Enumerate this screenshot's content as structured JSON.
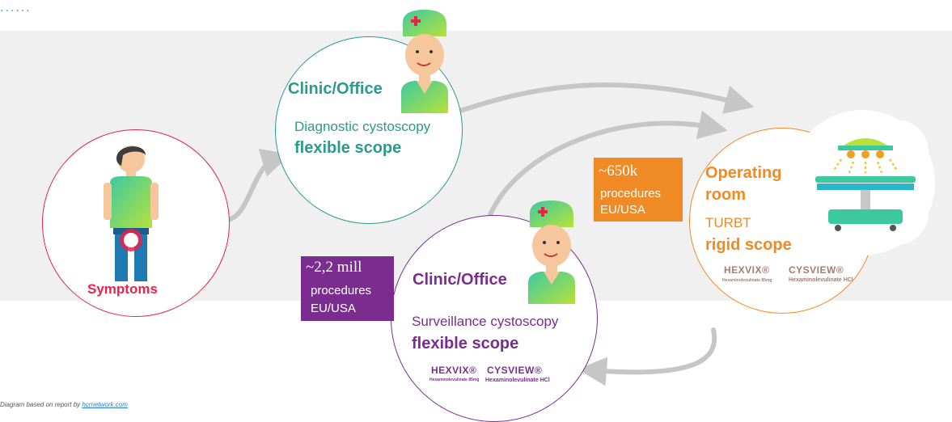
{
  "colors": {
    "teal": "#2a9a8c",
    "purple": "#7a2d8f",
    "orange": "#f08a24",
    "red": "#e8224a",
    "grey_arrow": "#c6c6c6",
    "brand_text": "#a67c6d"
  },
  "header": {
    "dots": "......"
  },
  "symptoms": {
    "label": "Symptoms",
    "icon": "patient-icon"
  },
  "clinic_diagnostic": {
    "title": "Clinic/Office",
    "line1": "Diagnostic cystoscopy",
    "line2": "flexible scope",
    "icon": "doctor-icon"
  },
  "clinic_surveillance": {
    "title": "Clinic/Office",
    "line1": "Surveillance cystoscopy",
    "line2": "flexible scope",
    "icon": "doctor-icon",
    "brand1_name": "HEXVIX®",
    "brand1_sub": "Hexaminolevulinate 85mg",
    "brand2_name": "CYSVIEW®",
    "brand2_sub": "Hexaminolevulinate HCl"
  },
  "operating_room": {
    "title_line1": "Operating",
    "title_line2": "room",
    "line1": "TURBT",
    "line2": "rigid scope",
    "icon": "operating-lamp-icon",
    "brand1_name": "HEXVIX®",
    "brand1_sub": "Hexaminolevulinate 85mg",
    "brand2_name": "CYSVIEW®",
    "brand2_sub": "Hexaminolevulinate HCl"
  },
  "stat_surveillance": {
    "value": "~2,2 mill",
    "line1": "procedures",
    "line2": "EU/USA"
  },
  "stat_operating": {
    "value": "~650k",
    "line1": "procedures",
    "line2": "EU/USA"
  },
  "credit": {
    "prefix": "Diagram based on report by ",
    "link": "hcrnetwork.com"
  }
}
